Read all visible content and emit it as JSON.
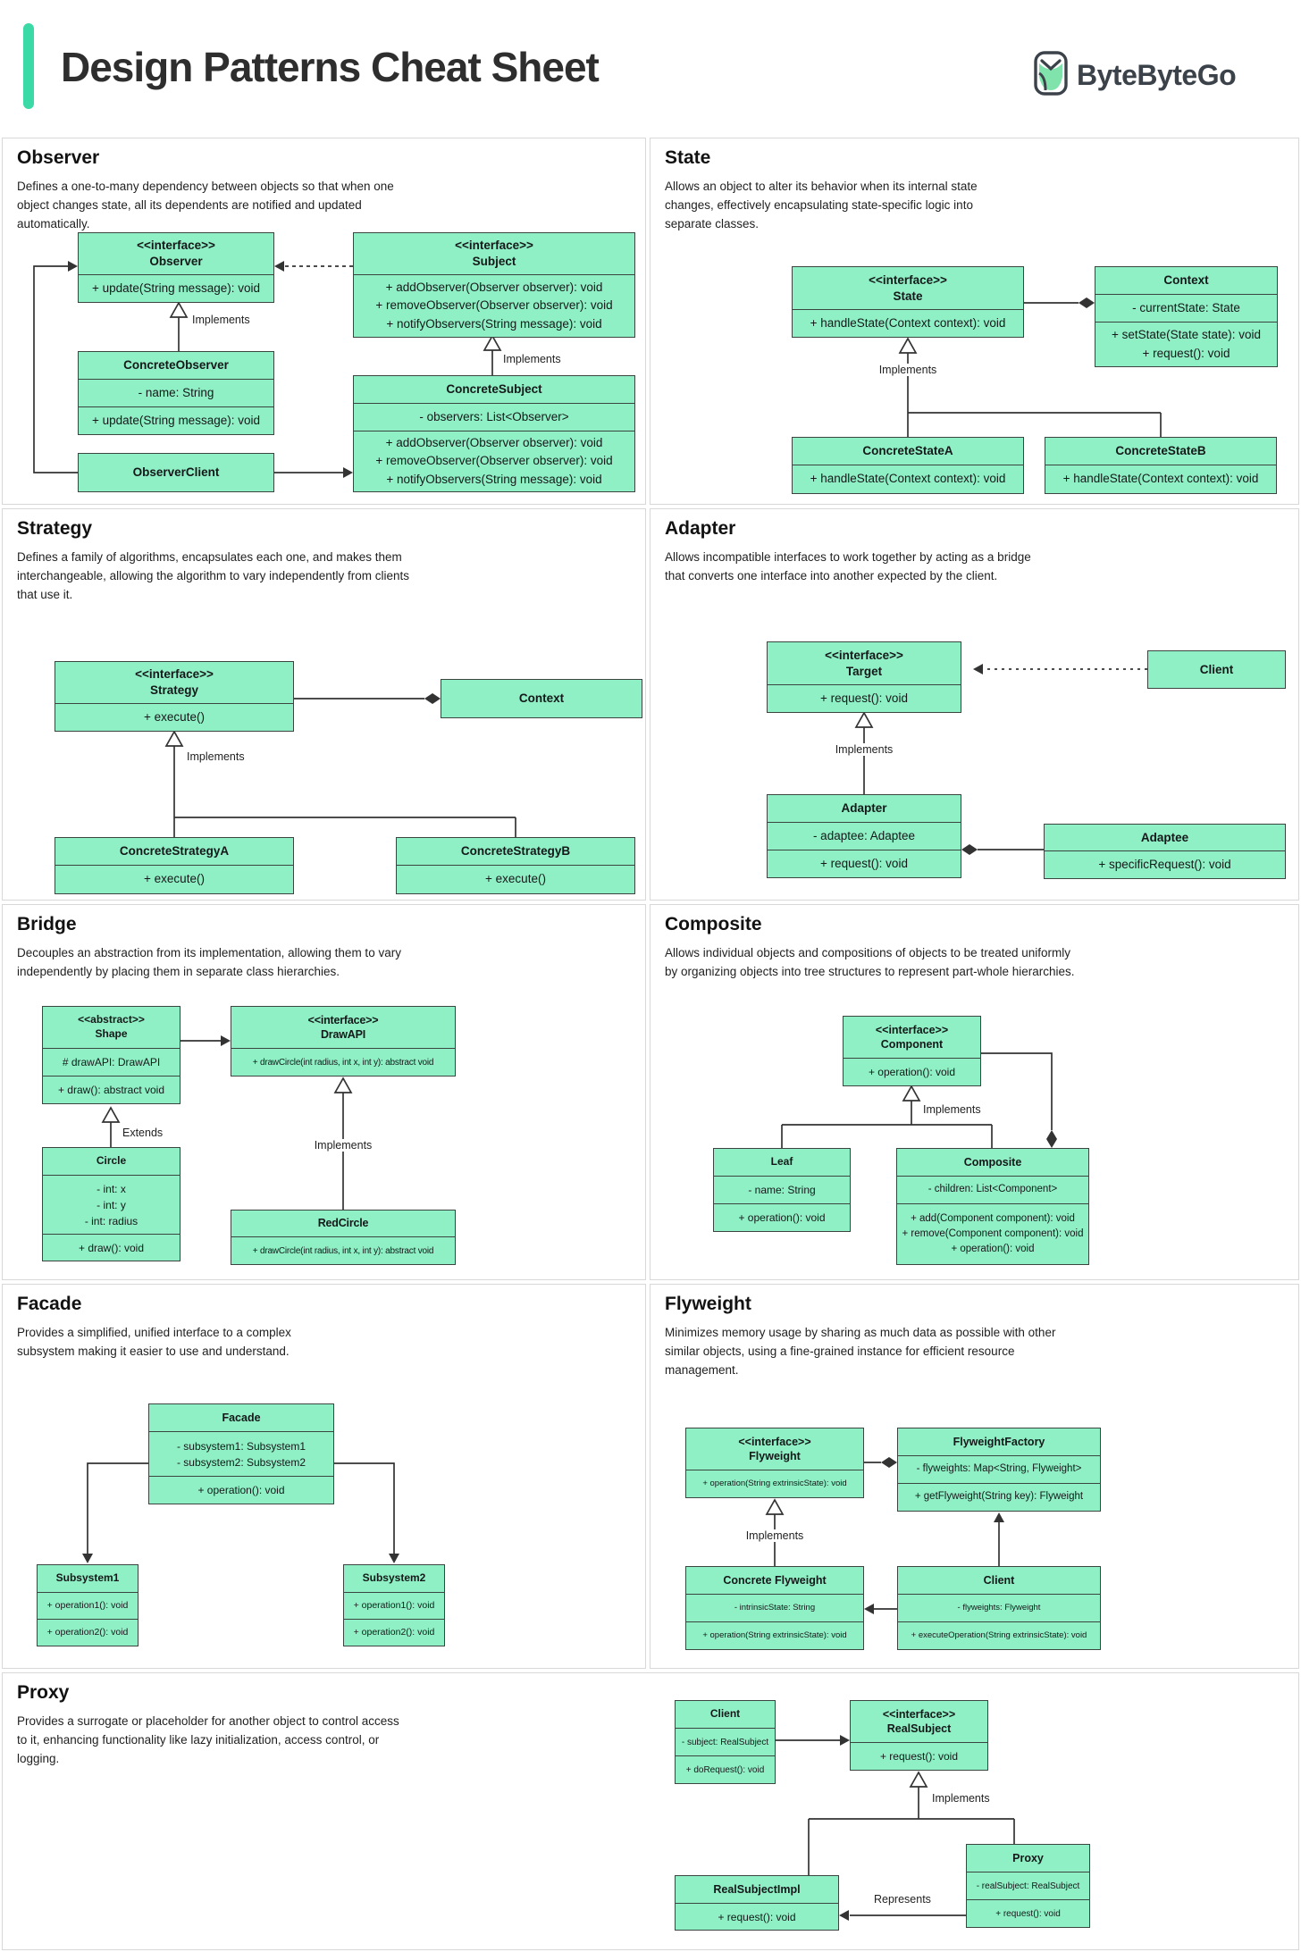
{
  "header": {
    "title": "Design Patterns Cheat Sheet",
    "brand": "ByteByteGo"
  },
  "labels": {
    "implements": "Implements",
    "extends": "Extends",
    "represents": "Represents"
  },
  "sections": {
    "observer": {
      "title": "Observer",
      "desc": "Defines a one-to-many dependency between objects so that when one object changes state, all its dependents are notified and updated automatically.",
      "boxes": {
        "obs": {
          "s": "<<interface>>",
          "n": "Observer",
          "m": [
            "+ update(String message): void"
          ]
        },
        "subject": {
          "s": "<<interface>>",
          "n": "Subject",
          "m": [
            "+ addObserver(Observer observer): void",
            "+ removeObserver(Observer observer): void",
            "+ notifyObservers(String message): void"
          ]
        },
        "cobs": {
          "n": "ConcreteObserver",
          "a": [
            "- name: String"
          ],
          "m": [
            "+ update(String message): void"
          ]
        },
        "csub": {
          "n": "ConcreteSubject",
          "a": [
            "- observers: List<Observer>"
          ],
          "m": [
            "+ addObserver(Observer observer): void",
            "+ removeObserver(Observer observer): void",
            "+ notifyObservers(String message): void"
          ]
        },
        "oclient": {
          "n": "ObserverClient"
        }
      }
    },
    "state": {
      "title": "State",
      "desc": "Allows an object to alter its behavior when its internal state changes, effectively encapsulating state-specific logic into separate classes.",
      "boxes": {
        "state": {
          "s": "<<interface>>",
          "n": "State",
          "m": [
            "+ handleState(Context context): void"
          ]
        },
        "context": {
          "n": "Context",
          "a": [
            "- currentState: State"
          ],
          "m": [
            "+ setState(State state): void",
            "+ request(): void"
          ]
        },
        "csa": {
          "n": "ConcreteStateA",
          "m": [
            "+ handleState(Context context): void"
          ]
        },
        "csb": {
          "n": "ConcreteStateB",
          "m": [
            "+ handleState(Context context): void"
          ]
        }
      }
    },
    "strategy": {
      "title": "Strategy",
      "desc": "Defines a family of algorithms, encapsulates each one, and makes them interchangeable, allowing the algorithm to vary independently from clients that use it.",
      "boxes": {
        "strategy": {
          "s": "<<interface>>",
          "n": "Strategy",
          "m": [
            "+ execute()"
          ]
        },
        "context": {
          "n": "Context"
        },
        "csa": {
          "n": "ConcreteStrategyA",
          "m": [
            "+ execute()"
          ]
        },
        "csb": {
          "n": "ConcreteStrategyB",
          "m": [
            "+ execute()"
          ]
        }
      }
    },
    "adapter": {
      "title": "Adapter",
      "desc": "Allows incompatible interfaces to work together by acting as a bridge that converts one interface into another expected by the client.",
      "boxes": {
        "target": {
          "s": "<<interface>>",
          "n": "Target",
          "m": [
            "+ request(): void"
          ]
        },
        "client": {
          "n": "Client"
        },
        "adapter": {
          "n": "Adapter",
          "a": [
            "- adaptee: Adaptee"
          ],
          "m": [
            "+ request(): void"
          ]
        },
        "adaptee": {
          "n": "Adaptee",
          "m": [
            "+ specificRequest(): void"
          ]
        }
      }
    },
    "bridge": {
      "title": "Bridge",
      "desc": "Decouples an abstraction from its implementation, allowing them to vary independently by placing them in separate class hierarchies.",
      "boxes": {
        "shape": {
          "s": "<<abstract>>",
          "n": "Shape",
          "a": [
            "# drawAPI: DrawAPI"
          ],
          "m": [
            "+ draw(): abstract void"
          ]
        },
        "drawapi": {
          "s": "<<interface>>",
          "n": "DrawAPI",
          "m": [
            "+ drawCircle(int radius, int x, int y): abstract void"
          ]
        },
        "circle": {
          "n": "Circle",
          "a": [
            "- int: x",
            "- int: y",
            "- int: radius"
          ],
          "m": [
            "+ draw(): void"
          ]
        },
        "redcircle": {
          "n": "RedCircle",
          "m": [
            "+ drawCircle(int radius, int x, int y): abstract void"
          ]
        }
      }
    },
    "composite": {
      "title": "Composite",
      "desc": "Allows individual objects and compositions of objects to be treated uniformly by organizing objects into tree structures to represent part-whole hierarchies.",
      "boxes": {
        "component": {
          "s": "<<interface>>",
          "n": "Component",
          "m": [
            "+ operation(): void"
          ]
        },
        "leaf": {
          "n": "Leaf",
          "a": [
            "- name: String"
          ],
          "m": [
            "+ operation(): void"
          ]
        },
        "composite": {
          "n": "Composite",
          "a": [
            "- children: List<Component>"
          ],
          "m": [
            "+ add(Component component): void",
            "+ remove(Component component): void",
            "+ operation(): void"
          ]
        }
      }
    },
    "facade": {
      "title": "Facade",
      "desc": "Provides a simplified, unified interface to a complex subsystem making it easier to use and understand.",
      "boxes": {
        "facade": {
          "n": "Facade",
          "a": [
            "- subsystem1: Subsystem1",
            "- subsystem2: Subsystem2"
          ],
          "m": [
            "+ operation(): void"
          ]
        },
        "s1": {
          "n": "Subsystem1",
          "m": [
            "+ operation1(): void"
          ],
          "m2": [
            "+ operation2(): void"
          ]
        },
        "s2": {
          "n": "Subsystem2",
          "m": [
            "+ operation1(): void"
          ],
          "m2": [
            "+ operation2(): void"
          ]
        }
      }
    },
    "flyweight": {
      "title": "Flyweight",
      "desc": "Minimizes memory usage by sharing as much data as possible with other similar objects, using a fine-grained instance for efficient resource management.",
      "boxes": {
        "fly": {
          "s": "<<interface>>",
          "n": "Flyweight",
          "m": [
            "+ operation(String extrinsicState): void"
          ]
        },
        "factory": {
          "n": "FlyweightFactory",
          "a": [
            "- flyweights: Map<String, Flyweight>"
          ],
          "m": [
            "+ getFlyweight(String key): Flyweight"
          ]
        },
        "concrete": {
          "n": "Concrete Flyweight",
          "a": [
            "- intrinsicState: String"
          ],
          "m": [
            "+ operation(String extrinsicState): void"
          ]
        },
        "client": {
          "n": "Client",
          "a": [
            "- flyweights: Flyweight"
          ],
          "m": [
            "+ executeOperation(String extrinsicState): void"
          ]
        }
      }
    },
    "proxy": {
      "title": "Proxy",
      "desc": "Provides a surrogate or placeholder for another object to control access to it, enhancing functionality like lazy initialization, access control, or logging.",
      "boxes": {
        "client": {
          "n": "Client",
          "a": [
            "- subject: RealSubject"
          ],
          "m": [
            "+ doRequest(): void"
          ]
        },
        "realsubject": {
          "s": "<<interface>>",
          "n": "RealSubject",
          "m": [
            "+ request(): void"
          ]
        },
        "impl": {
          "n": "RealSubjectImpl",
          "m": [
            "+ request(): void"
          ]
        },
        "proxy": {
          "n": "Proxy",
          "a": [
            "- realSubject: RealSubject"
          ],
          "m": [
            "+ request(): void"
          ]
        }
      }
    }
  },
  "colors": {
    "accent": "#3ad9a6",
    "boxFill": "#8ef0c4",
    "boxBorder": "#3b4440",
    "line": "#333333",
    "cellBorder": "#d8d8d8"
  }
}
